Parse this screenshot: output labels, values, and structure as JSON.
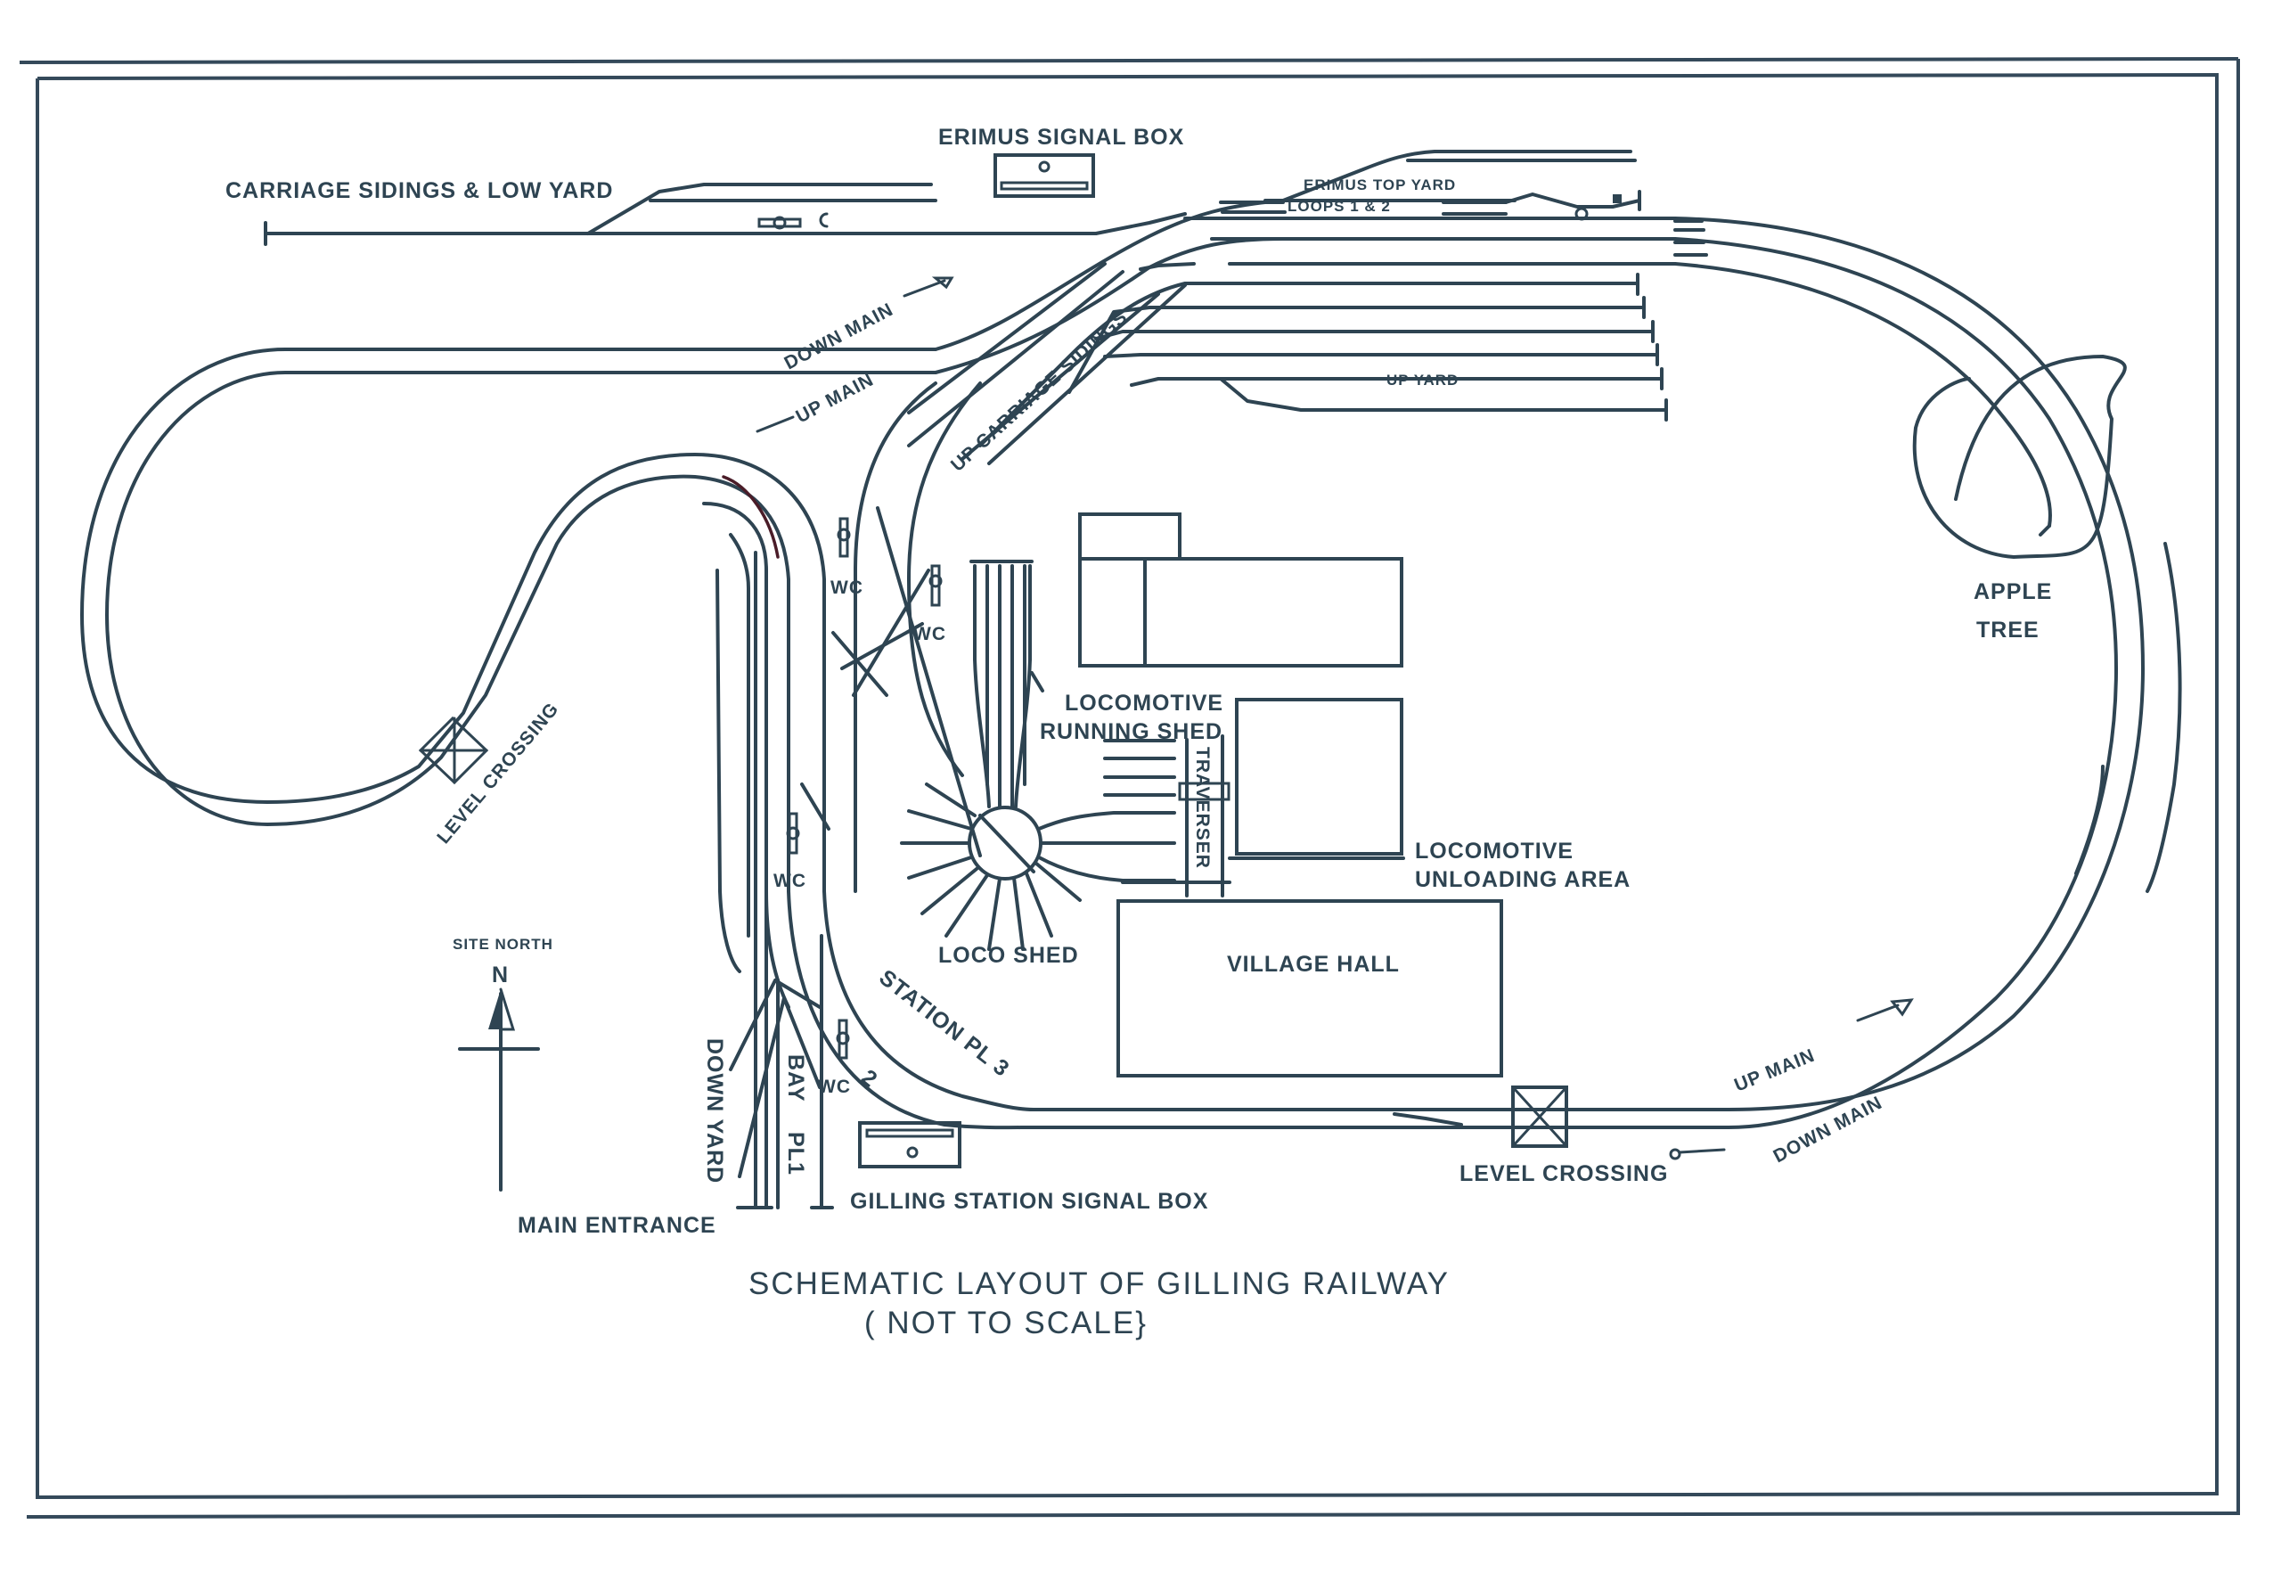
{
  "diagram": {
    "title": "SCHEMATIC LAYOUT OF GILLING RAILWAY",
    "subtitle": "( NOT TO SCALE}",
    "line_color": "#2e4452",
    "highlight_line_color": "#4a1c28",
    "labels": {
      "carriage_sidings": "CARRIAGE SIDINGS & LOW YARD",
      "erimus_signal_box": "ERIMUS SIGNAL BOX",
      "erimus_top_yard": "ERIMUS TOP YARD",
      "loops": "LOOPS 1 & 2",
      "down_main_top": "DOWN MAIN",
      "up_main_top": "UP MAIN",
      "up_carriage_sidings": "UP CARRIAGE SIDINGS",
      "up_yard": "UP YARD",
      "apple": "APPLE",
      "tree": "TREE",
      "level_crossing_left": "LEVEL CROSSING",
      "wc": "WC",
      "loco_running_shed_1": "LOCOMOTIVE",
      "loco_running_shed_2": "RUNNING SHED",
      "traverser": "TRAVERSER",
      "loco_unloading_1": "LOCOMOTIVE",
      "loco_unloading_2": "UNLOADING AREA",
      "loco_shed": "LOCO SHED",
      "village_hall": "VILLAGE HALL",
      "station_pl3": "STATION  PL 3",
      "pl2": "2",
      "bay": "BAY",
      "pl1": "PL1",
      "down_yard": "DOWN YARD",
      "site_north": "SITE NORTH",
      "north_n": "N",
      "main_entrance": "MAIN ENTRANCE",
      "gilling_signal_box": "GILLING STATION SIGNAL BOX",
      "up_main_bottom": "UP MAIN",
      "down_main_bottom": "DOWN MAIN",
      "level_crossing_bottom": "LEVEL CROSSING"
    }
  }
}
